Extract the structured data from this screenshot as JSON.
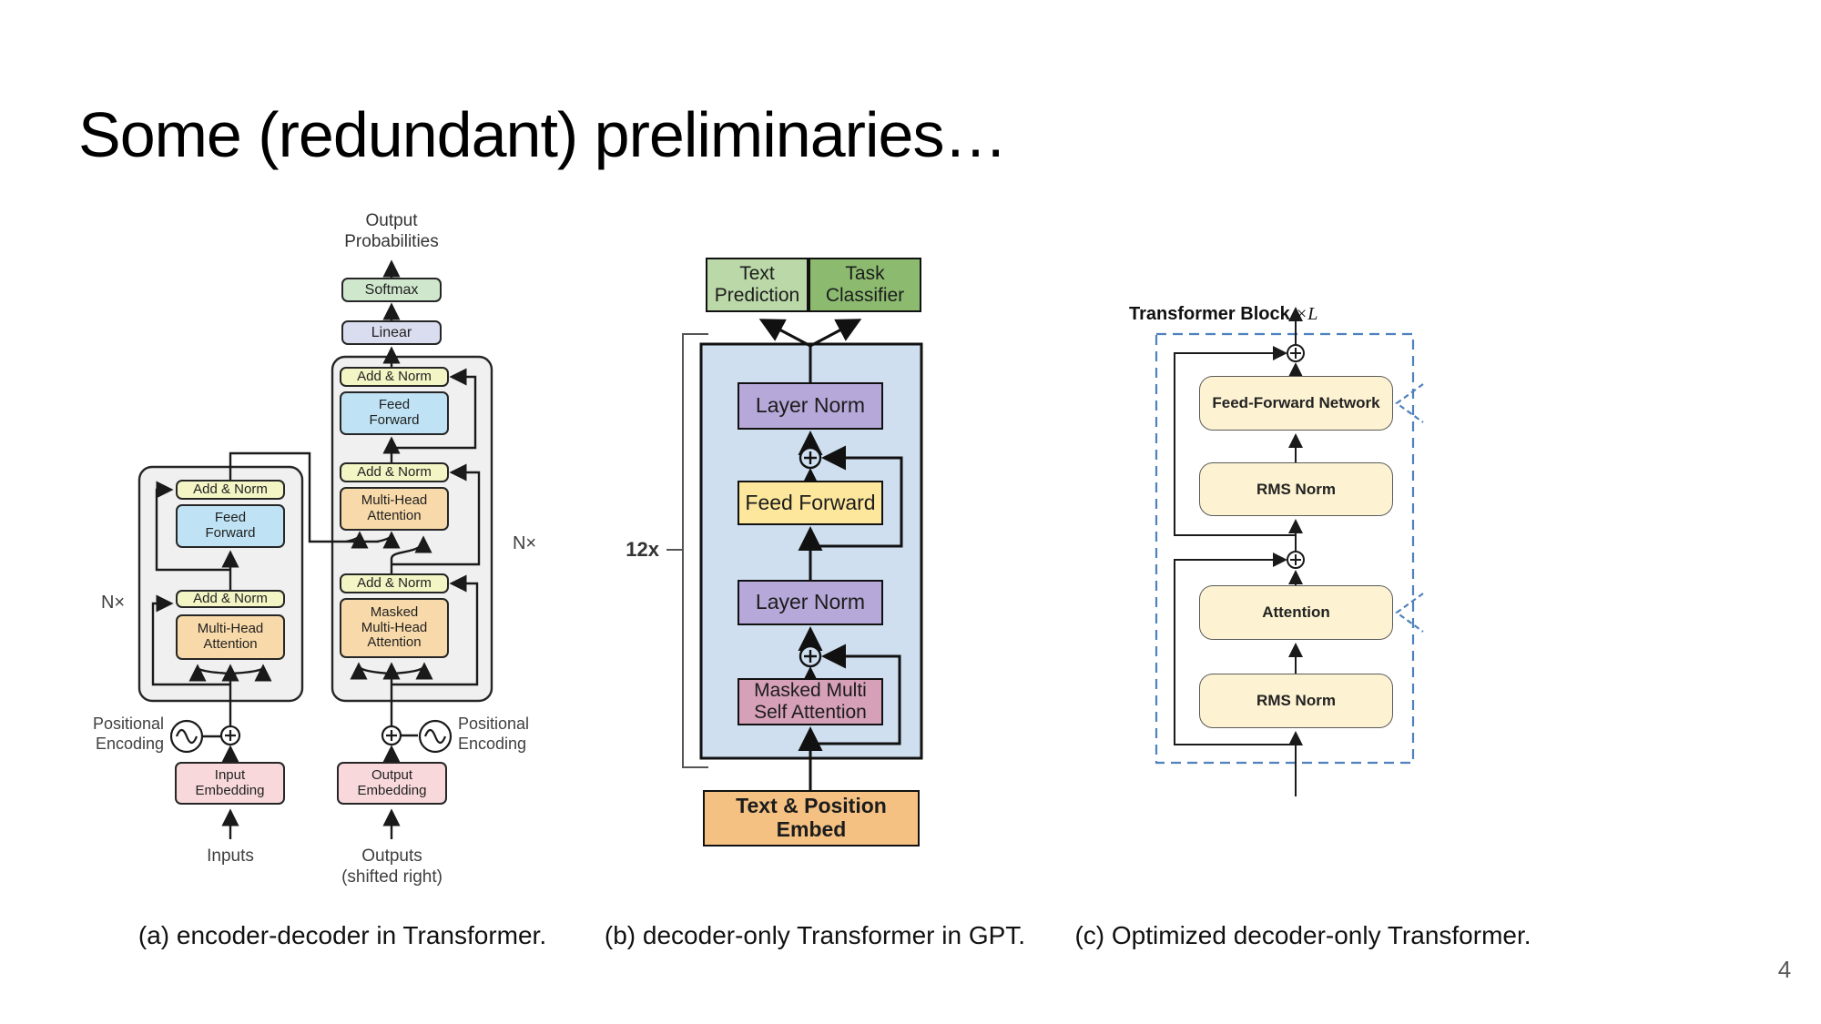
{
  "slide": {
    "title": "Some (redundant) preliminaries…",
    "page_number": "4",
    "background_color": "#ffffff"
  },
  "figure_a": {
    "caption": "(a) encoder-decoder in Transformer.",
    "output_label": "Output\nProbabilities",
    "boxes": {
      "softmax": "Softmax",
      "linear": "Linear",
      "add_norm": "Add & Norm",
      "feed_forward": "Feed\nForward",
      "multi_head_attention": "Multi-Head\nAttention",
      "masked_multi_head_attention": "Masked\nMulti-Head\nAttention",
      "input_embedding": "Input\nEmbedding",
      "output_embedding": "Output\nEmbedding"
    },
    "labels": {
      "n_x_left": "N×",
      "n_x_right": "N×",
      "positional_encoding_left": "Positional\nEncoding",
      "positional_encoding_right": "Positional\nEncoding",
      "inputs": "Inputs",
      "outputs": "Outputs\n(shifted right)"
    },
    "colors": {
      "add_norm": "#f3f5c4",
      "feed_forward": "#bfe3f4",
      "attention": "#f8d9a9",
      "embedding": "#f8d8db",
      "softmax": "#cfe8cd",
      "linear": "#dadcf0",
      "container": "#f0f0f1",
      "outline": "#262626"
    }
  },
  "figure_b": {
    "caption": "(b) decoder-only Transformer in GPT.",
    "boxes": {
      "text_prediction": "Text\nPrediction",
      "task_classifier": "Task\nClassifier",
      "layer_norm": "Layer Norm",
      "feed_forward": "Feed Forward",
      "masked_multi_self_attention": "Masked Multi\nSelf Attention",
      "text_position_embed": "Text & Position Embed"
    },
    "labels": {
      "repeat": "12x"
    },
    "colors": {
      "text_prediction": "#bad8a8",
      "task_classifier": "#8cbb70",
      "container": "#cfdff0",
      "layer_norm": "#b6a8d8",
      "feed_forward": "#fce79c",
      "masked_attention": "#d5a0b8",
      "embed": "#f4c183"
    }
  },
  "figure_c": {
    "caption": "(c) Optimized decoder-only Transformer.",
    "header": "Transformer Block",
    "header_mult": "×L",
    "boxes": {
      "feed_forward_network": "Feed-Forward Network",
      "rms_norm_1": "RMS Norm",
      "attention": "Attention",
      "rms_norm_2": "RMS Norm"
    },
    "colors": {
      "box_fill": "#fdf3d2",
      "dashed_border": "#4e81bd",
      "outline": "#5a5a5a"
    }
  }
}
